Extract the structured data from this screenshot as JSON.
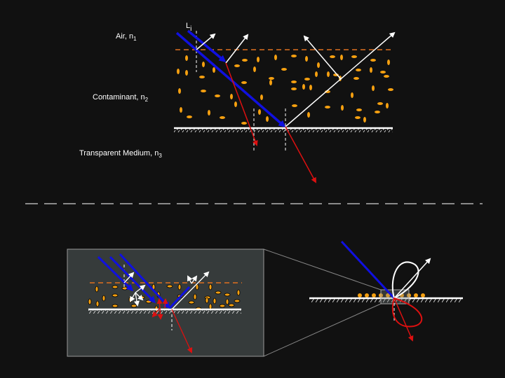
{
  "labels": {
    "incident_light": "L",
    "incident_light_sub": "i",
    "air": "Air, n",
    "air_sub": "1",
    "contaminant": "Contaminant, n",
    "contaminant_sub": "2",
    "medium": "Transparent Medium, n",
    "medium_sub": "3"
  },
  "colors": {
    "background": "#111111",
    "incident": "#1010e0",
    "reflected": "#ffffff",
    "transmitted": "#dd1010",
    "particle": "#f5a010",
    "interface": "#e07020",
    "inset_bg": "#363b3b"
  }
}
